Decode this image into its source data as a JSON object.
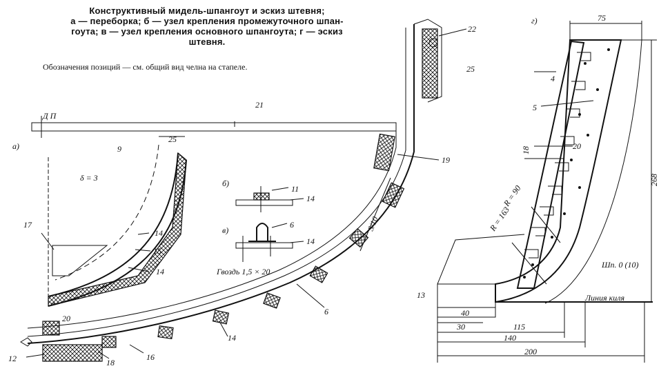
{
  "caption": {
    "title": "Конструктивный мидель-шпангоут и эскиз штевня;",
    "line2": "а — переборка; б — узел крепления промежуточного шпан-",
    "line3": "гоута; в — узел крепления основного шпангоута; г — эскиз",
    "line4": "штевня."
  },
  "note": "Обозначения позиций — см. общий вид челна на стапеле.",
  "labels": {
    "dp": "Д П",
    "a": "а)",
    "b": "б)",
    "v": "в)",
    "g": "г)",
    "delta": "δ = 3",
    "nail": "Гвоздь 1,5 × 20",
    "s": "S/10",
    "r90": "R = 90",
    "r163": "R = 163",
    "shp": "Шп. 0 (10)",
    "keel": "Линия киля"
  },
  "positions": {
    "p4": "4",
    "p5": "5",
    "p6a": "6",
    "p6b": "6",
    "p9": "9",
    "p11": "11",
    "p12": "12",
    "p13": "13",
    "p14a": "14",
    "p14b": "14",
    "p14c": "14",
    "p14d": "14",
    "p14e": "14",
    "p15": "15",
    "p16": "16",
    "p17": "17",
    "p18": "18",
    "p19": "19",
    "p20a": "20",
    "p20b": "20",
    "p21": "21",
    "p22": "22",
    "p25": "25"
  },
  "dims": {
    "d25": "25",
    "d75": "75",
    "d18": "18",
    "d268": "268",
    "d40": "40",
    "d30": "30",
    "d115": "115",
    "d140": "140",
    "d200": "200"
  }
}
